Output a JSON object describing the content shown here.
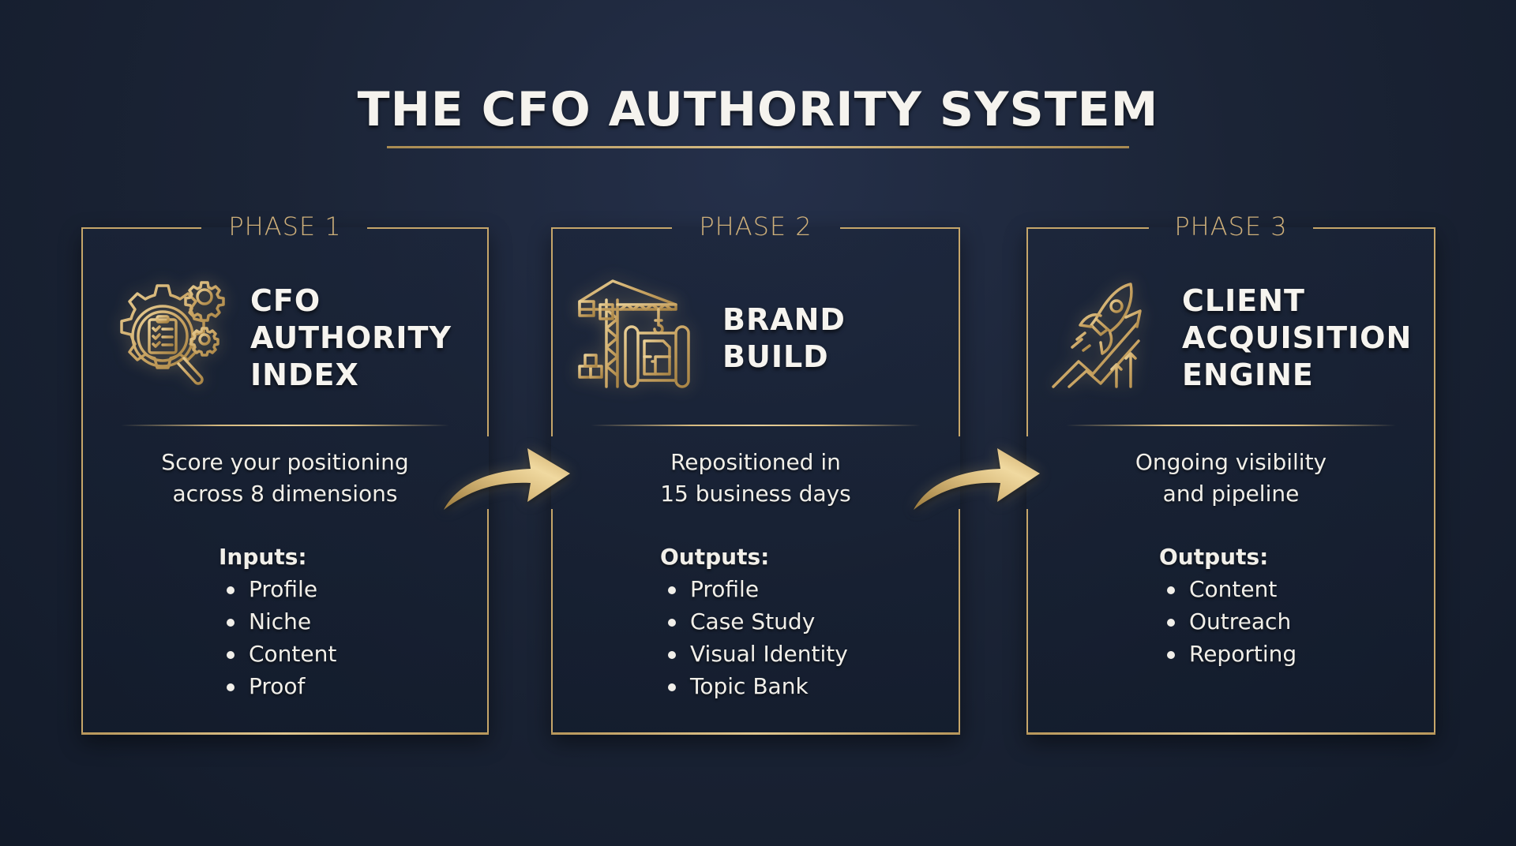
{
  "title": "THE CFO AUTHORITY SYSTEM",
  "colors": {
    "background": "#1b2436",
    "gold": "#c6a66a",
    "text": "#f5f3ee"
  },
  "phases": [
    {
      "label": "PHASE 1",
      "icon": "gear-clipboard-magnifier-icon",
      "heading": [
        "CFO",
        "AUTHORITY",
        "INDEX"
      ],
      "description": [
        "Score your positioning",
        "across 8 dimensions"
      ],
      "list_title": "Inputs:",
      "items": [
        "Profile",
        "Niche",
        "Content",
        "Proof"
      ]
    },
    {
      "label": "PHASE 2",
      "icon": "crane-blueprint-icon",
      "heading": [
        "BRAND",
        "BUILD"
      ],
      "description": [
        "Repositioned in",
        "15 business days"
      ],
      "list_title": "Outputs:",
      "items": [
        "Profile",
        "Case Study",
        "Visual Identity",
        "Topic Bank"
      ]
    },
    {
      "label": "PHASE 3",
      "icon": "rocket-growth-chart-icon",
      "heading": [
        "CLIENT",
        "ACQUISITION",
        "ENGINE"
      ],
      "description": [
        "Ongoing visibility",
        "and pipeline"
      ],
      "list_title": "Outputs:",
      "items": [
        "Content",
        "Outreach",
        "Reporting"
      ]
    }
  ],
  "connectors": [
    "curved-arrow-right",
    "curved-arrow-right"
  ]
}
